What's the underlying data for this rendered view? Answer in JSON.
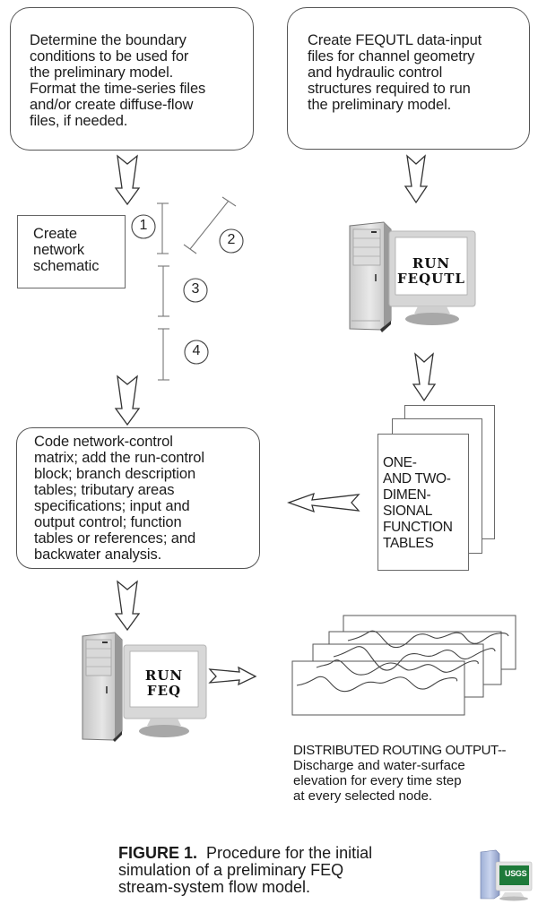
{
  "boxes": {
    "boundary": {
      "lines": [
        "Determine the boundary",
        "conditions to be used for",
        "the preliminary model.",
        "Format the time-series files",
        "and/or create diffuse-flow",
        "files, if needed."
      ]
    },
    "fequtl_input": {
      "lines": [
        "Create FEQUTL data-input",
        "files for channel geometry",
        "and hydraulic control",
        "structures required to run",
        "the preliminary model."
      ]
    },
    "network_schematic": {
      "lines": [
        "Create",
        "network",
        "schematic"
      ]
    },
    "network_control": {
      "lines": [
        "Code network-control",
        "matrix; add the run-control",
        "block; branch description",
        "tables; tributary areas",
        "specifications; input and",
        "output control; function",
        "tables or references; and",
        "backwater analysis."
      ]
    }
  },
  "schematic_branches": {
    "labels": [
      "1",
      "2",
      "3",
      "4"
    ]
  },
  "computers": {
    "fequtl": {
      "screen_lines": [
        "RUN",
        "FEQUTL"
      ]
    },
    "feq": {
      "screen_lines": [
        "RUN",
        "FEQ"
      ]
    }
  },
  "function_tables": {
    "lines": [
      "ONE-",
      "AND TWO-",
      "DIMEN-",
      "SIONAL",
      "FUNCTION",
      "TABLES"
    ]
  },
  "output": {
    "lines": [
      "DISTRIBUTED ROUTING OUTPUT--",
      "Discharge and water-surface",
      "elevation for every time step",
      "at every selected node."
    ]
  },
  "caption": {
    "label": "FIGURE 1.",
    "line1": "Procedure for the initial",
    "line2": "simulation of a preliminary FEQ",
    "line3": "stream-system flow model."
  },
  "logo": {
    "text": "USGS",
    "color": "#1e7a3a"
  }
}
